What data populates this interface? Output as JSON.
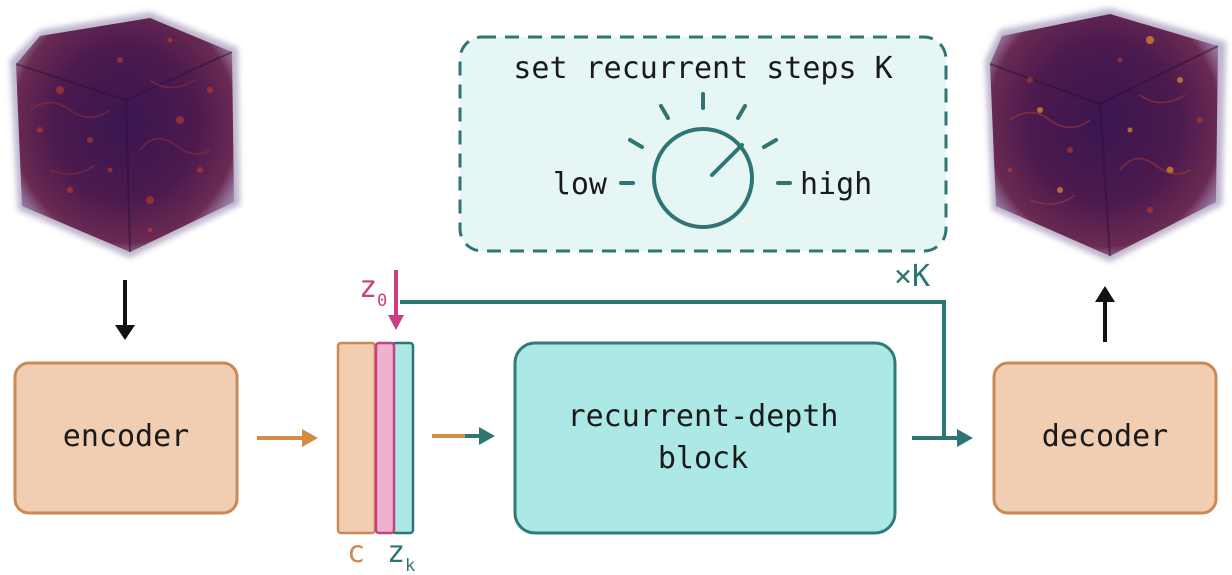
{
  "knob_panel": {
    "title": "set recurrent steps K",
    "low_label": "low",
    "high_label": "high"
  },
  "blocks": {
    "encoder": "encoder",
    "recurrent_line1": "recurrent-depth",
    "recurrent_line2": "block",
    "decoder": "decoder"
  },
  "labels": {
    "c": "c",
    "z0_base": "z",
    "z0_sub": "0",
    "zk_base": "z",
    "zk_sub": "k",
    "times_k": "×K"
  },
  "colors": {
    "orange_fill": "#f1cdb2",
    "orange_stroke": "#c98a55",
    "orange_arrow": "#d58a46",
    "teal_fill": "#ace8e6",
    "teal_stroke": "#2f7b77",
    "teal_dark": "#2e7573",
    "panel_fill": "#e6f6f5",
    "pink_fill": "#eeb2cf",
    "pink_stroke": "#c8407f",
    "text_dark": "#1a1a1a"
  },
  "icons": {
    "input_volume": "turbulence-volume-cube",
    "output_volume": "turbulence-volume-cube",
    "knob": "dial-knob-icon"
  }
}
